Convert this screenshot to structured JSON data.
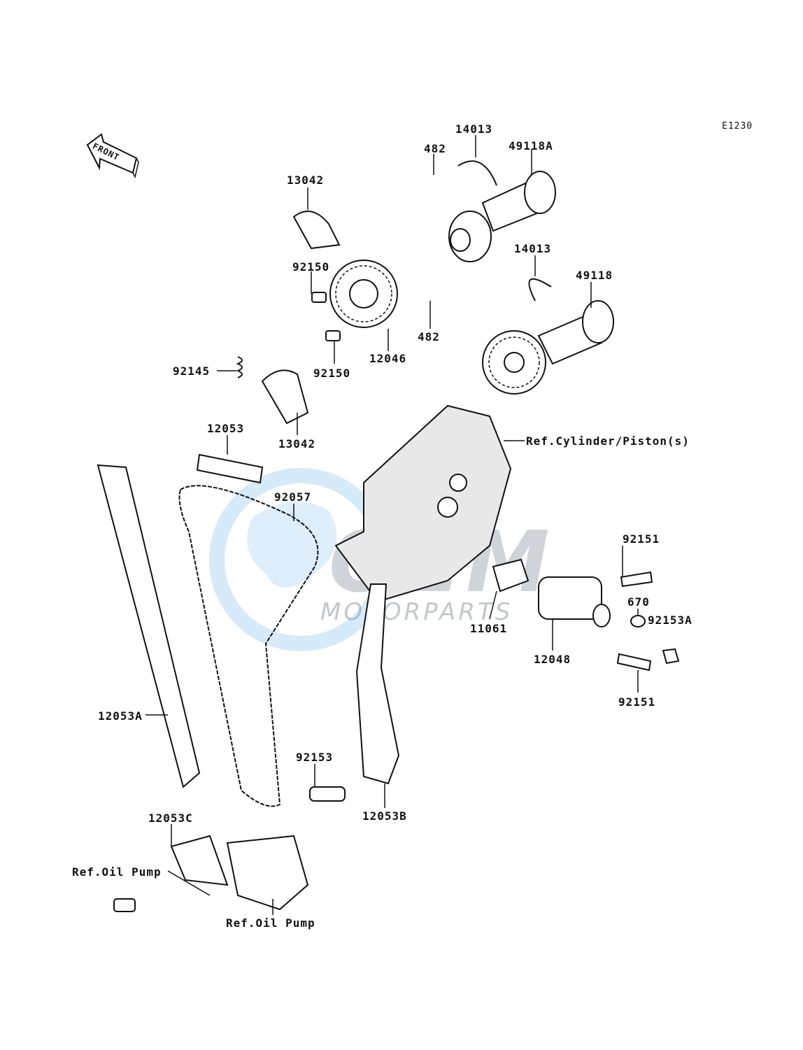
{
  "diagram": {
    "code": "E1230",
    "front_label": "FRONT",
    "watermark": {
      "title": "OEM",
      "subtitle": "MOTORPARTS"
    },
    "parts": [
      {
        "id": "14013-top",
        "label": "14013"
      },
      {
        "id": "49118a",
        "label": "49118A"
      },
      {
        "id": "482-top",
        "label": "482"
      },
      {
        "id": "13042-top",
        "label": "13042"
      },
      {
        "id": "92150-top",
        "label": "92150"
      },
      {
        "id": "14013-mid",
        "label": "14013"
      },
      {
        "id": "49118",
        "label": "49118"
      },
      {
        "id": "482-bot",
        "label": "482"
      },
      {
        "id": "12046",
        "label": "12046"
      },
      {
        "id": "92145",
        "label": "92145"
      },
      {
        "id": "92150-bot",
        "label": "92150"
      },
      {
        "id": "13042-bot",
        "label": "13042"
      },
      {
        "id": "12053",
        "label": "12053"
      },
      {
        "id": "ref-cylinder",
        "label": "Ref.Cylinder/Piston(s)"
      },
      {
        "id": "92057",
        "label": "92057"
      },
      {
        "id": "92151-top",
        "label": "92151"
      },
      {
        "id": "670",
        "label": "670"
      },
      {
        "id": "92153a",
        "label": "92153A"
      },
      {
        "id": "11061",
        "label": "11061"
      },
      {
        "id": "12048",
        "label": "12048"
      },
      {
        "id": "92151-bot",
        "label": "92151"
      },
      {
        "id": "12053a",
        "label": "12053A"
      },
      {
        "id": "92153",
        "label": "92153"
      },
      {
        "id": "12053b",
        "label": "12053B"
      },
      {
        "id": "12053c",
        "label": "12053C"
      },
      {
        "id": "ref-oil-pump-left",
        "label": "Ref.Oil Pump"
      },
      {
        "id": "ref-oil-pump-bottom",
        "label": "Ref.Oil Pump"
      }
    ]
  }
}
